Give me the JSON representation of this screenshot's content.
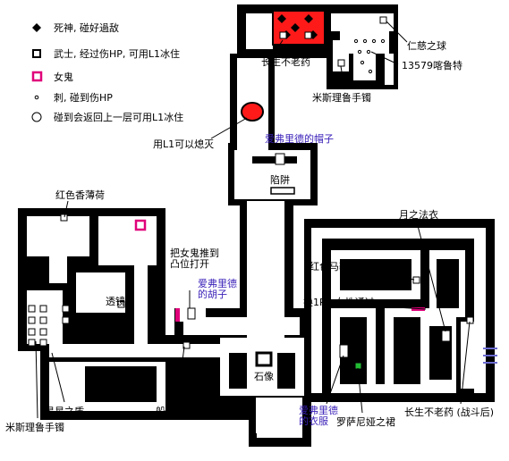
{
  "legend": {
    "death": "死神, 碰好過敌",
    "warrior": "武士, 经过伤HP, 可用L1冰住",
    "ghost": "女鬼",
    "spike": "刺, 碰到伤HP",
    "bounce": "碰到会返回上一层可用L1冰住"
  },
  "labels": {
    "elixir_top": "长生不老药",
    "kindness_orb": "仁慈之球",
    "codes": "13579喀鲁特",
    "misri_top": "米斯理鲁手镯",
    "l1_extinguish": "用L1可以熄灭",
    "afreed_hat": "爱弗里德的帽子",
    "trap": "陷阱",
    "red_mint": "红色香薄荷",
    "push_ghost_1": "把女鬼推到",
    "push_ghost_2": "凸位打开",
    "afreed_beard_1": "爱弗里德",
    "afreed_beard_2": "的胡子",
    "lens": "透镜",
    "moon_robe": "月之法衣",
    "red_mandrake": "红色马鞭草",
    "female_pass": "换1P为女性通过",
    "statue": "石像",
    "star_shield": "星星之盾",
    "misri_bottom": "米斯理鲁手镯",
    "captain_hat": "船长之帽",
    "afreed_clothes_1": "爱弗里德",
    "afreed_clothes_2": "的衣服",
    "rosani_skirt": "罗萨尼娅之裙",
    "elixir_after": "长生不老药 (战斗后)"
  },
  "colors": {
    "wall": "#000000",
    "floor": "#ffffff",
    "danger_room": "#ff1a1a",
    "ghost": "#e0007a",
    "item_green": "#22bb33",
    "bars": "#6a6ad0",
    "label_purple": "#3a1fb8"
  }
}
